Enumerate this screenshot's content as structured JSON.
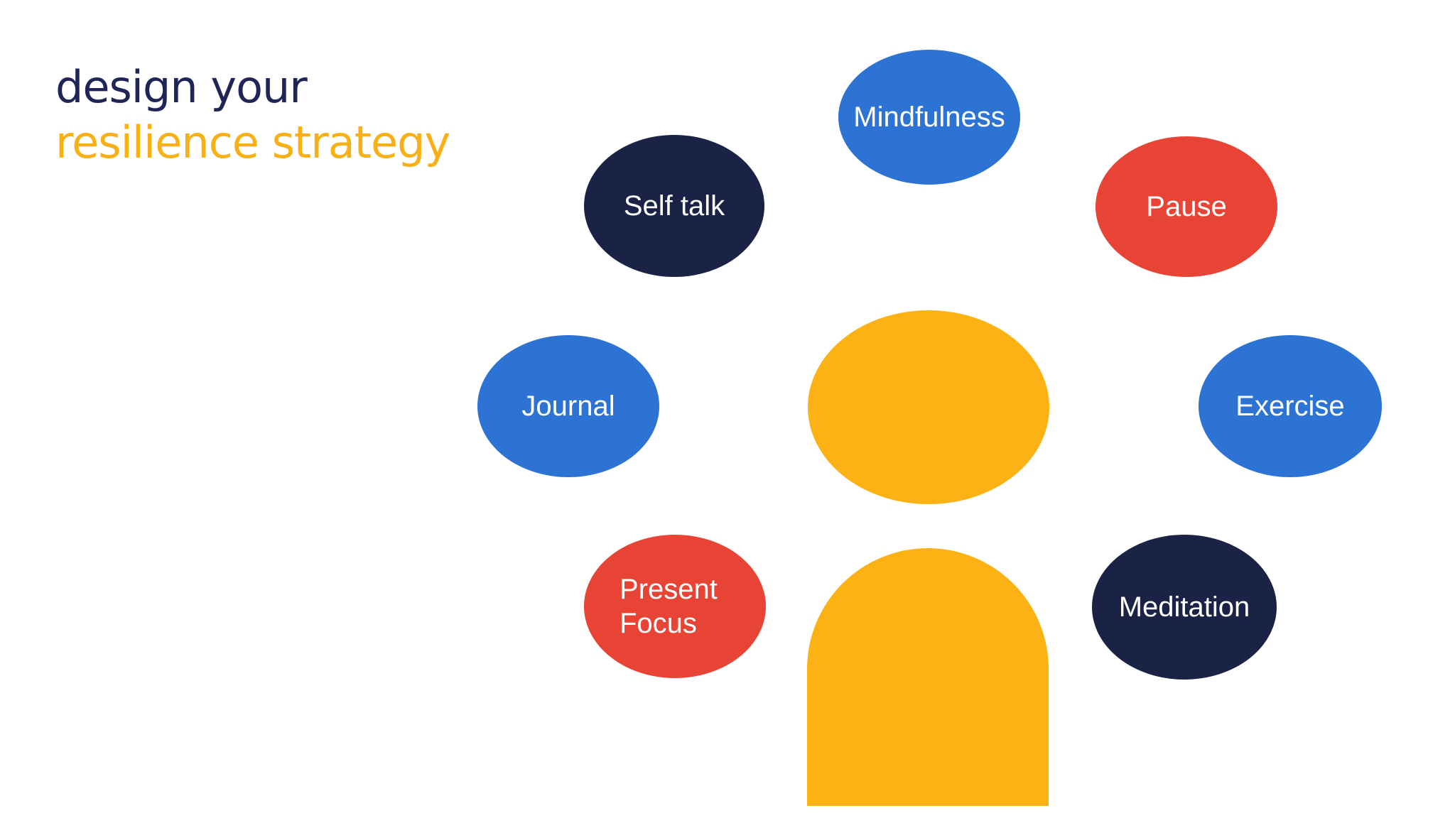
{
  "slide": {
    "title": {
      "line1": "design your",
      "line2": "resilience strategy"
    },
    "bubbles": [
      {
        "label": "Mindfulness",
        "color": "blue"
      },
      {
        "label": "Self talk",
        "color": "navy"
      },
      {
        "label": "Pause",
        "color": "red"
      },
      {
        "label": "Journal",
        "color": "blue"
      },
      {
        "label": "Exercise",
        "color": "blue"
      },
      {
        "label": "Present\nFocus",
        "color": "red"
      },
      {
        "label": "Meditation",
        "color": "navy"
      }
    ],
    "person_figure": "person-silhouette",
    "palette": {
      "blue": "#2C73D4",
      "navy": "#1A2245",
      "red": "#E84435",
      "yellow": "#FCB214",
      "title_navy": "#1F2557",
      "title_orange": "#F9B016",
      "label_text": "#FFFFFF",
      "background": "#FFFFFF"
    }
  }
}
